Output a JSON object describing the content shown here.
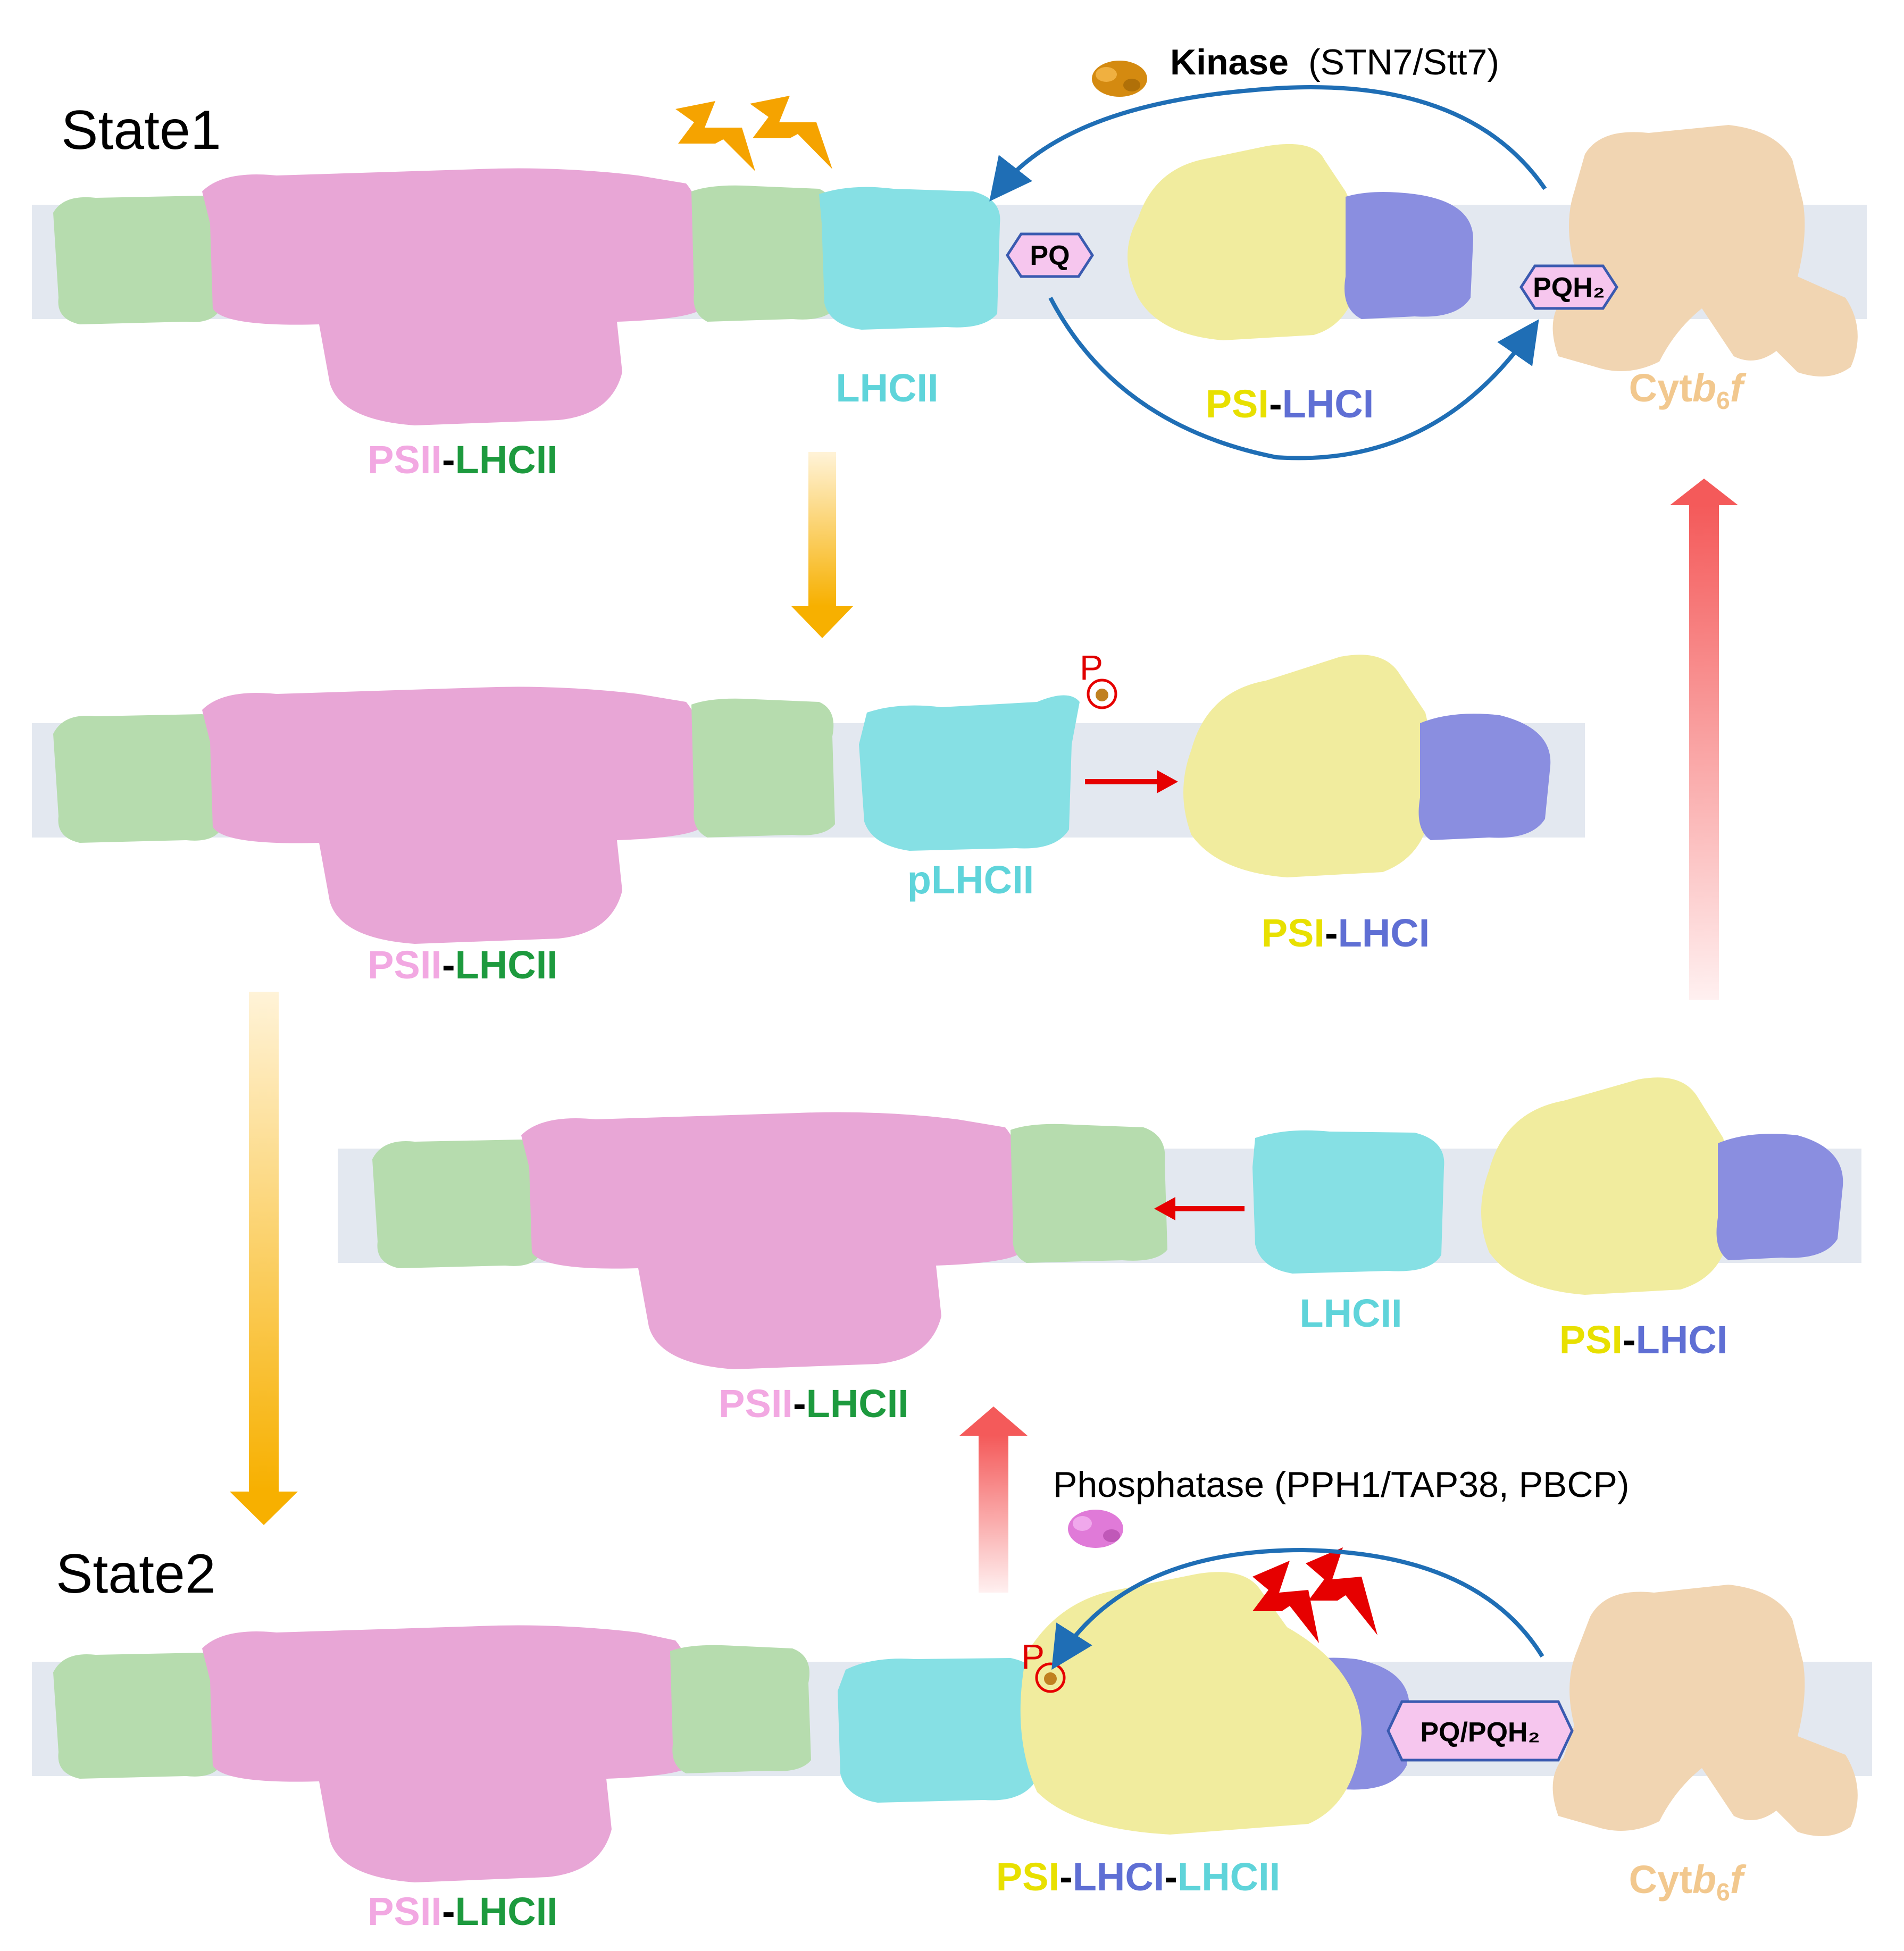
{
  "states": {
    "state1": "State1",
    "state2": "State2"
  },
  "labels": {
    "psii": "PSII",
    "lhcii": "LHCII",
    "psi": "PSI",
    "lhci": "LHCI",
    "plhcii": "pLHCII",
    "cyt": "Cyt",
    "cyt_b": "b",
    "cyt_sub": "6",
    "cyt_f": "f",
    "dash": "-"
  },
  "kinase": {
    "name": "Kinase",
    "detail": "(STN7/Stt7)"
  },
  "phosphatase": {
    "text": "Phosphatase (PPH1/TAP38, PBCP)"
  },
  "carriers": {
    "pq": "PQ",
    "pqh2": "PQH₂",
    "pq_pqh2": "PQ/PQH₂"
  },
  "phospho_mark": "P",
  "colors": {
    "membrane": "#e3e8f0",
    "psii": "#e8a6d6",
    "psii_label": "#f2a8e2",
    "lhcii_antenna": "#b6dcae",
    "lhcii_antenna_label": "#1d9a3e",
    "lhcii_mobile": "#86e0e4",
    "lhcii_label": "#5fd4da",
    "psi": "#f1ec9e",
    "psi_label": "#e8e000",
    "lhci": "#8a8ee0",
    "lhci_label": "#5f6fd4",
    "cyt": "#f1d5b2",
    "cyt_label": "#f2c88e",
    "carrier_fill": "#f6c6ee",
    "carrier_stroke": "#3a5ab0",
    "blue_arrow": "#1f6eb5",
    "orange": "#f5a300",
    "red": "#e60000",
    "kinase_icon": "#d48a10",
    "phosphatase_icon": "#e07ad8"
  },
  "icons": {
    "lightning_low": "lightning-icon",
    "lightning_high": "lightning-icon",
    "kinase": "kinase-protein-icon",
    "phosphatase": "phosphatase-protein-icon"
  }
}
